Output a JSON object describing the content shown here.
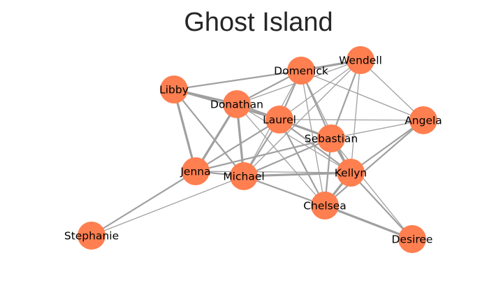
{
  "title": "Ghost Island",
  "colors": {
    "node": "#FF7F50",
    "edge": "#A0A0A0",
    "title": "#262626",
    "label": "#000000"
  },
  "nodes": [
    {
      "id": "wendell",
      "label": "Wendell"
    },
    {
      "id": "domenick",
      "label": "Domenick"
    },
    {
      "id": "libby",
      "label": "Libby"
    },
    {
      "id": "donathan",
      "label": "Donathan"
    },
    {
      "id": "laurel",
      "label": "Laurel"
    },
    {
      "id": "angela",
      "label": "Angela"
    },
    {
      "id": "sebastian",
      "label": "Sebastian"
    },
    {
      "id": "jenna",
      "label": "Jenna"
    },
    {
      "id": "michael",
      "label": "Michael"
    },
    {
      "id": "kellyn",
      "label": "Kellyn"
    },
    {
      "id": "chelsea",
      "label": "Chelsea"
    },
    {
      "id": "stephanie",
      "label": "Stephanie"
    },
    {
      "id": "desiree",
      "label": "Desiree"
    }
  ],
  "edges": [
    {
      "source": "wendell",
      "target": "domenick",
      "weight": 3
    },
    {
      "source": "wendell",
      "target": "donathan",
      "weight": 1
    },
    {
      "source": "wendell",
      "target": "laurel",
      "weight": 1
    },
    {
      "source": "wendell",
      "target": "angela",
      "weight": 1
    },
    {
      "source": "wendell",
      "target": "sebastian",
      "weight": 2
    },
    {
      "source": "wendell",
      "target": "kellyn",
      "weight": 1
    },
    {
      "source": "wendell",
      "target": "michael",
      "weight": 1
    },
    {
      "source": "domenick",
      "target": "libby",
      "weight": 2
    },
    {
      "source": "domenick",
      "target": "donathan",
      "weight": 2
    },
    {
      "source": "domenick",
      "target": "laurel",
      "weight": 2
    },
    {
      "source": "domenick",
      "target": "angela",
      "weight": 1
    },
    {
      "source": "domenick",
      "target": "sebastian",
      "weight": 2
    },
    {
      "source": "domenick",
      "target": "kellyn",
      "weight": 1
    },
    {
      "source": "domenick",
      "target": "chelsea",
      "weight": 1
    },
    {
      "source": "domenick",
      "target": "michael",
      "weight": 1
    },
    {
      "source": "libby",
      "target": "donathan",
      "weight": 3
    },
    {
      "source": "libby",
      "target": "laurel",
      "weight": 2
    },
    {
      "source": "libby",
      "target": "jenna",
      "weight": 3
    },
    {
      "source": "libby",
      "target": "michael",
      "weight": 2
    },
    {
      "source": "donathan",
      "target": "laurel",
      "weight": 3
    },
    {
      "source": "donathan",
      "target": "jenna",
      "weight": 3
    },
    {
      "source": "donathan",
      "target": "michael",
      "weight": 3
    },
    {
      "source": "donathan",
      "target": "sebastian",
      "weight": 2
    },
    {
      "source": "donathan",
      "target": "kellyn",
      "weight": 1
    },
    {
      "source": "donathan",
      "target": "chelsea",
      "weight": 1
    },
    {
      "source": "laurel",
      "target": "angela",
      "weight": 1
    },
    {
      "source": "laurel",
      "target": "sebastian",
      "weight": 3
    },
    {
      "source": "laurel",
      "target": "kellyn",
      "weight": 2
    },
    {
      "source": "laurel",
      "target": "chelsea",
      "weight": 2
    },
    {
      "source": "laurel",
      "target": "jenna",
      "weight": 2
    },
    {
      "source": "laurel",
      "target": "michael",
      "weight": 2
    },
    {
      "source": "angela",
      "target": "sebastian",
      "weight": 1
    },
    {
      "source": "angela",
      "target": "kellyn",
      "weight": 2
    },
    {
      "source": "angela",
      "target": "chelsea",
      "weight": 2
    },
    {
      "source": "sebastian",
      "target": "kellyn",
      "weight": 3
    },
    {
      "source": "sebastian",
      "target": "chelsea",
      "weight": 2
    },
    {
      "source": "sebastian",
      "target": "jenna",
      "weight": 2
    },
    {
      "source": "sebastian",
      "target": "michael",
      "weight": 2
    },
    {
      "source": "sebastian",
      "target": "desiree",
      "weight": 1
    },
    {
      "source": "jenna",
      "target": "michael",
      "weight": 2
    },
    {
      "source": "jenna",
      "target": "stephanie",
      "weight": 2
    },
    {
      "source": "jenna",
      "target": "kellyn",
      "weight": 1
    },
    {
      "source": "michael",
      "target": "kellyn",
      "weight": 3
    },
    {
      "source": "michael",
      "target": "chelsea",
      "weight": 2
    },
    {
      "source": "michael",
      "target": "stephanie",
      "weight": 1
    },
    {
      "source": "kellyn",
      "target": "chelsea",
      "weight": 3
    },
    {
      "source": "kellyn",
      "target": "desiree",
      "weight": 2
    },
    {
      "source": "chelsea",
      "target": "desiree",
      "weight": 3
    }
  ]
}
